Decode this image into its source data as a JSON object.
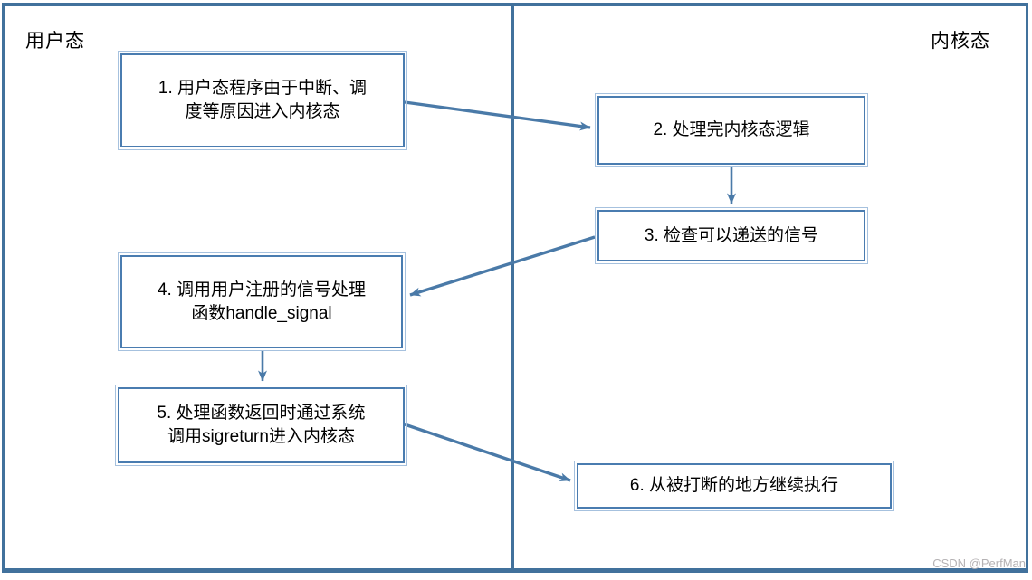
{
  "diagram": {
    "title_implicit": "signal-handling-flow",
    "regions": {
      "left_label": "用户态",
      "right_label": "内核态"
    },
    "boxes": [
      {
        "id": 1,
        "region": "user",
        "label": "1. 用户态程序由于中断、调度等原因进入内核态"
      },
      {
        "id": 2,
        "region": "kernel",
        "label": "2. 处理完内核态逻辑"
      },
      {
        "id": 3,
        "region": "kernel",
        "label": "3. 检查可以递送的信号"
      },
      {
        "id": 4,
        "region": "user",
        "label": "4. 调用用户注册的信号处理函数handle_signal"
      },
      {
        "id": 5,
        "region": "user",
        "label": "5. 处理函数返回时通过系统调用sigreturn进入内核态"
      },
      {
        "id": 6,
        "region": "kernel",
        "label": "6. 从被打断的地方继续执行"
      }
    ],
    "edges": [
      {
        "from": 1,
        "to": 2
      },
      {
        "from": 2,
        "to": 3
      },
      {
        "from": 3,
        "to": 4
      },
      {
        "from": 4,
        "to": 5
      },
      {
        "from": 5,
        "to": 6
      }
    ],
    "colors": {
      "frame": "#41719c",
      "arrow": "#4a7aa8",
      "box_border_inner": "#4a7cb0",
      "box_border_outer": "#a6c1de",
      "text": "#000000",
      "watermark": "#b5b2b4"
    },
    "watermark": "CSDN @PerfMan"
  }
}
